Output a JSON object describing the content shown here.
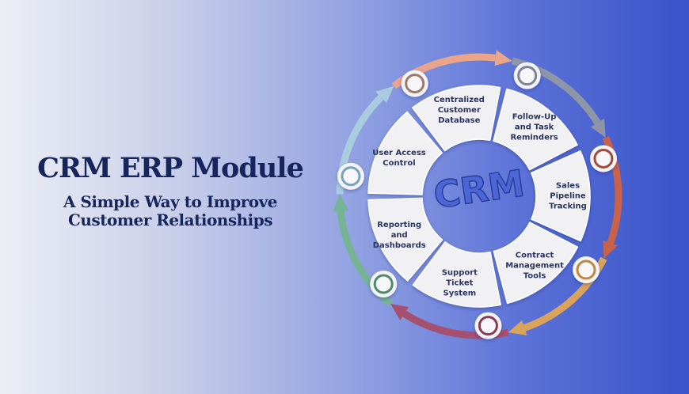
{
  "heading": {
    "title": "CRM ERP Module",
    "subtitle_line1": "A Simple Way to Improve",
    "subtitle_line2": "Customer Relationships"
  },
  "diagram": {
    "center_label": "CRM",
    "segments": [
      {
        "lines": [
          "Centralized",
          "Customer",
          "Database"
        ],
        "ring_color": "#9b7a6a",
        "arrow_color": "#e9a48a"
      },
      {
        "lines": [
          "Follow-Up",
          "and Task",
          "Reminders"
        ],
        "ring_color": "#7d8296",
        "arrow_color": "#8e95a6"
      },
      {
        "lines": [
          "Sales",
          "Pipeline",
          "Tracking"
        ],
        "ring_color": "#a24a38",
        "arrow_color": "#c8624b"
      },
      {
        "lines": [
          "Contract",
          "Management",
          "Tools"
        ],
        "ring_color": "#c2873f",
        "arrow_color": "#d9a35a"
      },
      {
        "lines": [
          "Support",
          "Ticket",
          "System"
        ],
        "ring_color": "#8a3a52",
        "arrow_color": "#a65070"
      },
      {
        "lines": [
          "Reporting",
          "and",
          "Dashboards"
        ],
        "ring_color": "#4f8a6e",
        "arrow_color": "#76b294"
      },
      {
        "lines": [
          "User Access",
          "Control"
        ],
        "ring_color": "#7aa3ba",
        "arrow_color": "#a9cbde"
      }
    ]
  }
}
